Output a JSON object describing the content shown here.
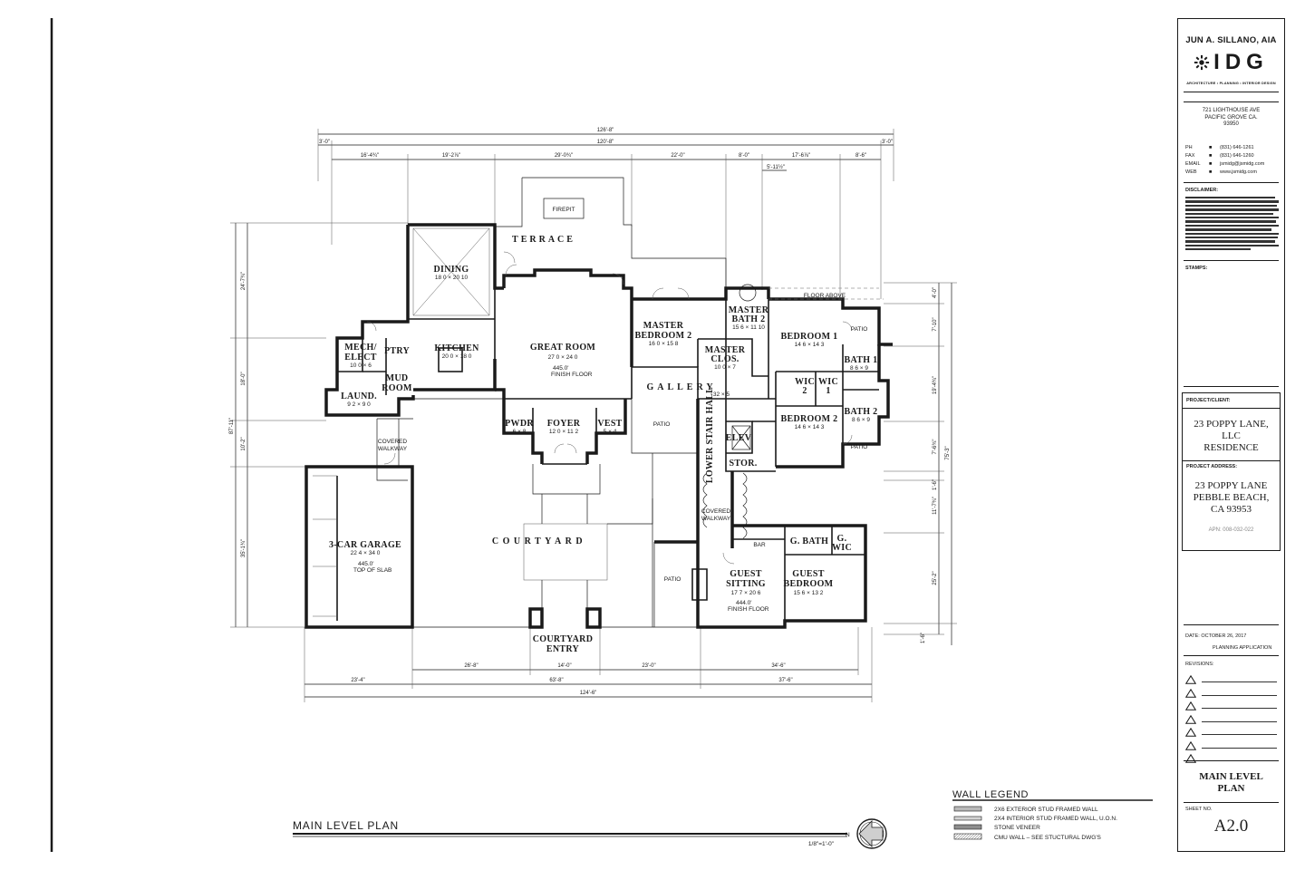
{
  "title_block": {
    "firm_name": "JUN A. SILLANO, AIA",
    "logo_text": "IDG",
    "logo_icon": "sunburst-logo-icon",
    "tagline": "ARCHITECTURE • PLANNING • INTERIOR DESIGN",
    "address": [
      "721 LIGHTHOUSE AVE",
      "PACIFIC GROVE CA.",
      "93950"
    ],
    "contacts": [
      {
        "label": "PH",
        "value": "(831) 646-1261"
      },
      {
        "label": "FAX",
        "value": "(831) 646-1260"
      },
      {
        "label": "EMAIL",
        "value": "jsmidg@jsmidg.com"
      },
      {
        "label": "WEB",
        "value": "www.jsmidg.com"
      }
    ],
    "disclaimer_label": "DISCLAIMER:",
    "stamps_label": "STAMPS:",
    "project_client_label": "PROJECT/CLIENT:",
    "project_client": [
      "23 POPPY LANE,",
      "LLC",
      "RESIDENCE"
    ],
    "project_address_label": "PROJECT ADDRESS:",
    "project_address": [
      "23 POPPY LANE",
      "PEBBLE BEACH,",
      "CA 93953"
    ],
    "apn": "APN: 008-032-022",
    "date_line": "DATE:  OCTOBER 26, 2017",
    "phase": "PLANNING APPLICATION",
    "revisions_label": "REVISIONS:",
    "revision_rows": 7,
    "sheet_title": [
      "MAIN LEVEL",
      "PLAN"
    ],
    "sheet_no_label": "SHEET NO.",
    "sheet_no": "A2.0"
  },
  "plan": {
    "title": "MAIN LEVEL PLAN",
    "scale": "1/8\"=1'-0\"",
    "north_label": "N",
    "rooms": {
      "dining": {
        "name": "DINING",
        "size": "18 0 × 20 10"
      },
      "terrace": {
        "name": "TERRACE"
      },
      "firepit": {
        "name": "FIREPIT"
      },
      "kitchen": {
        "name": "KITCHEN",
        "size": "20 0 × 18 0"
      },
      "great_room": {
        "name": "GREAT ROOM",
        "size": "27 0 × 24 0",
        "elev": "445.0'",
        "elev_note": "FINISH FLOOR"
      },
      "mech": {
        "name1": "MECH/",
        "name2": "ELECT",
        "size": "10 0 × 6"
      },
      "ptry": {
        "name": "PTRY"
      },
      "mud": {
        "name1": "MUD",
        "name2": "ROOM"
      },
      "laund": {
        "name": "LAUND.",
        "size": "9 2 × 9 0"
      },
      "master2": {
        "name1": "MASTER",
        "name2": "BEDROOM 2",
        "size": "16 0 × 15 8"
      },
      "master_bath": {
        "name1": "MASTER",
        "name2": "BATH 2",
        "size": "15 6 × 11 10"
      },
      "master_clos": {
        "name1": "MASTER",
        "name2": "CLOS.",
        "size": "10 0 × 7"
      },
      "bedroom1": {
        "name": "BEDROOM 1",
        "size": "14 6 × 14 3"
      },
      "bath1": {
        "name": "BATH 1",
        "size": "8 6 × 9"
      },
      "wic2": {
        "name1": "WIC",
        "name2": "2"
      },
      "wic1": {
        "name1": "WIC",
        "name2": "1"
      },
      "bedroom2": {
        "name": "BEDROOM 2",
        "size": "14 6 × 14 3"
      },
      "bath2": {
        "name": "BATH 2",
        "size": "8 6 × 9"
      },
      "gallery": {
        "name": "GALLERY"
      },
      "pwdr": {
        "name": "PWDR",
        "size": "6 × 8"
      },
      "foyer": {
        "name": "FOYER",
        "size": "12 0 × 11 2"
      },
      "vest": {
        "name": "VEST",
        "size": "5 × 4"
      },
      "patio_center": {
        "name": "PATIO"
      },
      "lower_stair_hall": {
        "name": "LOWER STAIR HALL",
        "size": "32 × 5"
      },
      "elev": {
        "name": "ELEV"
      },
      "stor": {
        "name": "STOR."
      },
      "covered_walkway_w": {
        "name1": "COVERED",
        "name2": "WALKWAY"
      },
      "covered_walkway_e": {
        "name1": "COVERED",
        "name2": "WALKWAY"
      },
      "garage": {
        "name": "3-CAR GARAGE",
        "size": "22 4 × 34 0",
        "elev": "445.0'",
        "elev_note": "TOP OF SLAB"
      },
      "courtyard": {
        "name": "COURTYARD"
      },
      "courtyard_entry": {
        "name1": "COURTYARD",
        "name2": "ENTRY"
      },
      "patio_west": {
        "name": "PATIO"
      },
      "guest_sitting": {
        "name1": "GUEST",
        "name2": "SITTING",
        "size": "17 7 × 20 6",
        "elev": "444.0'",
        "elev_note": "FINISH FLOOR"
      },
      "guest_bedroom": {
        "name1": "GUEST",
        "name2": "BEDROOM",
        "size": "15 6 × 13 2"
      },
      "g_bath": {
        "name": "G. BATH"
      },
      "g_wic": {
        "name1": "G.",
        "name2": "WIC"
      },
      "bar": {
        "name": "BAR"
      },
      "floor_above": {
        "name": "FLOOR ABOVE"
      },
      "patio_e1": {
        "name": "PATIO"
      },
      "patio_e2": {
        "name": "PATIO"
      }
    },
    "dims_top": {
      "overall": "126'-8\"",
      "inner": "120'-8\"",
      "left_offset": "3'-0\"",
      "right_offset": "3'-0\"",
      "segments": [
        "16'-4¾\"",
        "19'-2⅞\"",
        "29'-0¾\"",
        "22'-0\"",
        "8'-0\"",
        "17'-6⅞\"",
        "8'-6\""
      ],
      "sub": "5'-11½\""
    },
    "dims_left": {
      "overall": "87'-11\"",
      "segments": [
        "24'-7¾\"",
        "18'-0\"",
        "10'-2\"",
        "35'-1¾\""
      ]
    },
    "dims_right": {
      "overall": "75'-3\"",
      "segments": [
        "4'-0\"",
        "7'-10\"",
        "19'-4¾\"",
        "7'-6¾\"",
        "1'-6\"",
        "11'-7¾\"",
        "25'-2\"",
        "1'-6\""
      ]
    },
    "dims_bottom": {
      "row1": [
        "26'-8\"",
        "14'-0\"",
        "23'-0\"",
        "34'-6\""
      ],
      "row2": [
        "23'-4\"",
        "63'-8\"",
        "37'-6\""
      ],
      "overall": "124'-6\""
    }
  },
  "legend": {
    "title": "WALL LEGEND",
    "items": [
      "2X6 EXTERIOR STUD FRAMED WALL",
      "2X4 INTERIOR STUD FRAMED WALL, U.O.N.",
      "STONE VENEER",
      "CMU WALL – SEE STUCTURAL DWG'S"
    ]
  }
}
